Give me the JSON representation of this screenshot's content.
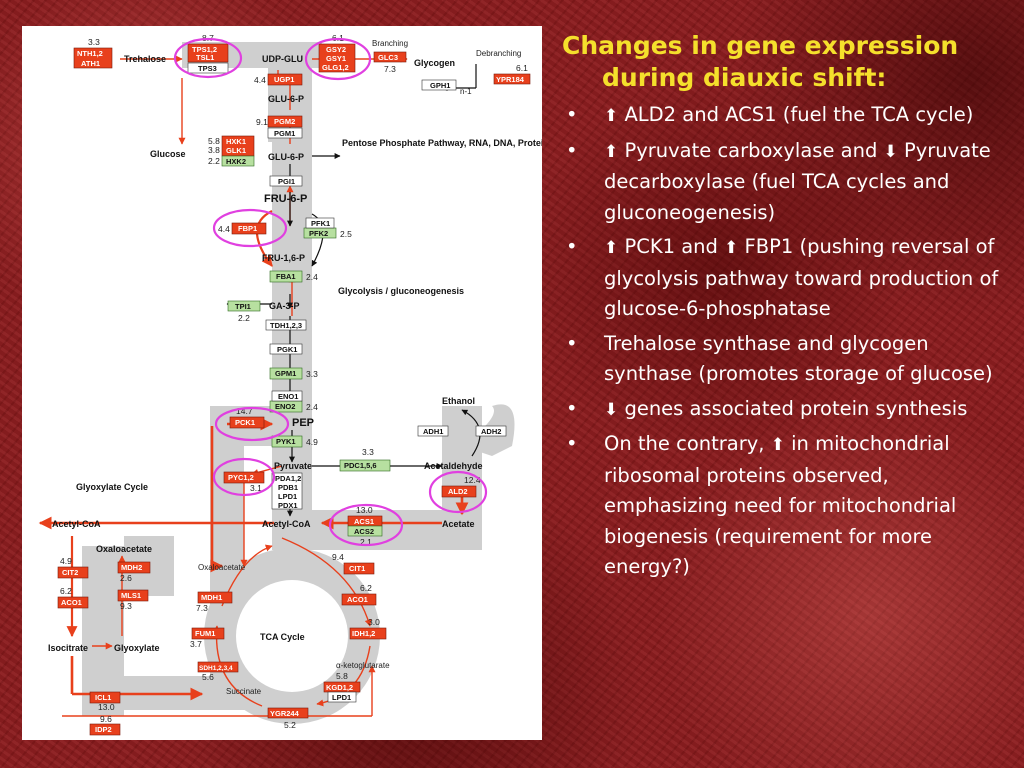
{
  "slide": {
    "title_line1": "Changes in gene expression",
    "title_line2": "during diauxic shift:",
    "bullet_char": "•",
    "up_arrow": "⬆",
    "down_arrow": "⬇",
    "bullets": [
      {
        "parts": [
          "up",
          " ALD2 and ACS1 (fuel the TCA cycle)"
        ]
      },
      {
        "parts": [
          "up",
          " Pyruvate carboxylase and ",
          "down",
          " Pyruvate decarboxylase (fuel TCA cycles and gluconeogenesis)"
        ]
      },
      {
        "parts": [
          "up",
          " PCK1 and ",
          "up",
          " FBP1 (pushing reversal of glycolysis pathway toward production of glucose-6-phosphatase"
        ]
      },
      {
        "parts": [
          "Trehalose synthase and glycogen synthase (promotes storage of glucose)"
        ]
      },
      {
        "parts": [
          "down",
          " genes associated protein synthesis"
        ]
      },
      {
        "parts": [
          "On the contrary, ",
          "up",
          " in mitochondrial ribosomal proteins observed, emphasizing need for mitochondrial biogenesis (requirement for more energy?)"
        ]
      }
    ],
    "colors": {
      "title": "#f5e02c",
      "text": "#ffffff",
      "background": "#8a1a1c",
      "up_gene": "#e8401c",
      "down_gene": "#b7e0a0",
      "highlight": "#e040e0",
      "pathway": "#c8c8c8"
    }
  },
  "diagram": {
    "metabolites": {
      "trehalose": "Trehalose",
      "udp_glu": "UDP-GLU",
      "glycogen": "Glycogen",
      "glu6p": "GLU-6-P",
      "glucose_in": "Glucose",
      "glu6p_2": "GLU-6-P",
      "fru6p": "FRU-6-P",
      "fru16p": "FRU-1,6-P",
      "ga3p": "GA-3-P",
      "pep": "PEP",
      "pyruvate": "Pyruvate",
      "acetaldehyde": "Acetaldehyde",
      "ethanol": "Ethanol",
      "acetate": "Acetate",
      "acetyl_coa": "Acetyl-CoA",
      "acetyl_coa_left": "Acetyl-CoA",
      "oxaloacetate_left": "Oxaloacetate",
      "oxaloacetate_tca": "Oxaloacetate",
      "isocitrate": "Isocitrate",
      "glyoxylate": "Glyoxylate",
      "succinate": "Succinate",
      "akg": "α-ketoglutarate",
      "ppp": "Pentose Phosphate Pathway, RNA, DNA, Proteins",
      "tca_cycle": "TCA Cycle",
      "glyoxylate_cycle": "Glyoxylate Cycle",
      "glycolysis": "Glycolysis / gluconeogenesis",
      "branching": "Branching",
      "debranching": "Debranching",
      "n1": "n-1"
    },
    "genes": {
      "nth12": "NTH1,2",
      "ath1": "ATH1",
      "tps12": "TPS1,2",
      "tsl1": "TSL1",
      "tps3": "TPS3",
      "gsy2": "GSY2",
      "gsy1": "GSY1",
      "glg12": "GLG1,2",
      "glc3": "GLC3",
      "gph1": "GPH1",
      "ypr184": "YPR184",
      "ugp1": "UGP1",
      "pgm2": "PGM2",
      "pgm1": "PGM1",
      "hxk1": "HXK1",
      "glk1": "GLK1",
      "hxk2": "HXK2",
      "pgi1": "PGI1",
      "fbp1": "FBP1",
      "pfk1": "PFK1",
      "pfk2": "PFK2",
      "fba1": "FBA1",
      "tpi1": "TPI1",
      "tdh123": "TDH1,2,3",
      "pgk1": "PGK1",
      "gpm1": "GPM1",
      "eno1": "ENO1",
      "eno2": "ENO2",
      "pck1": "PCK1",
      "pyk1": "PYK1",
      "pyc12": "PYC1,2",
      "pdc156": "PDC1,5,6",
      "pda1": "PDA1,2",
      "pdb1": "PDB1",
      "lpd1": "LPD1",
      "pdx1": "PDX1",
      "adh1": "ADH1",
      "adh2": "ADH2",
      "ald2": "ALD2",
      "acs1": "ACS1",
      "acs2": "ACS2",
      "cit1": "CIT1",
      "aco1": "ACO1",
      "idh12": "IDH1,2",
      "kgd12": "KGD1,2",
      "lpd1b": "LPD1",
      "ygr244": "YGR244",
      "sdh": "SDH1,2,3,4",
      "fum1": "FUM1",
      "mdh1": "MDH1",
      "cit2": "CIT2",
      "aco1b": "ACO1",
      "mdh2": "MDH2",
      "mls1": "MLS1",
      "icl1": "ICL1",
      "idp2": "IDP2"
    },
    "values": {
      "nth": "3.3",
      "tps": "8.7",
      "gsy": "6.1",
      "ypr184": "6.1",
      "glg": "7.3",
      "ugp1": "4.4",
      "pgm2": "9.1",
      "hxk1": "5.8",
      "glk1": "3.8",
      "hxk2": "2.2",
      "fbp1": "4.4",
      "pfk2": "2.5",
      "fba1": "2.4",
      "tpi1": "2.2",
      "gpm1": "3.3",
      "eno2": "2.4",
      "pck1": "14.7",
      "pyk1": "4.9",
      "pyc": "3.1",
      "pdc": "3.3",
      "ald2": "12.4",
      "acs1": "13.0",
      "acs2": "2.1",
      "cit1": "9.4",
      "aco1": "6.2",
      "idh": "3.0",
      "kgd": "5.8",
      "ygr244": "5.2",
      "sdh": "5.6",
      "fum1": "3.7",
      "mdh1": "7.3",
      "cit2": "4.9",
      "aco1b": "6.2",
      "mdh2": "2.6",
      "mls1": "9.3",
      "icl1": "13.0",
      "idp2": "9.6"
    }
  }
}
